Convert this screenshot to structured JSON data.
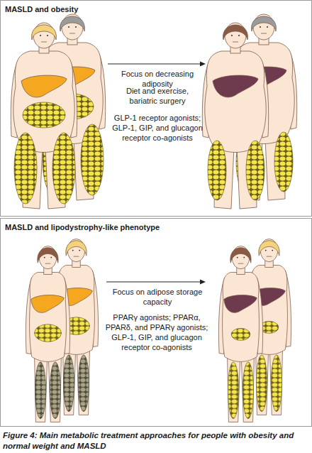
{
  "diagram": {
    "caption": "Figure 4: Main metabolic treatment approaches for people with obesity and normal weight and MASLD",
    "nodes": [
      {
        "text": [
          "MASLD and obesity",
          "Focus on decreasing adiposity",
          "Diet and exercise, bariatric surgery",
          "GLP-1 receptor agonists; GLP-1, GIP, and glucagon receptor co-agonists"
        ]
      },
      {
        "text": [
          "MASLD and lipodystrophy-like phenotype",
          "Focus on adipose storage capacity",
          "PPARγ agonists; PPARα, PPARδ, and PPARγ agonists; GLP-1, GIP, and glucagon receptor co-agonists"
        ]
      }
    ]
  }
}
